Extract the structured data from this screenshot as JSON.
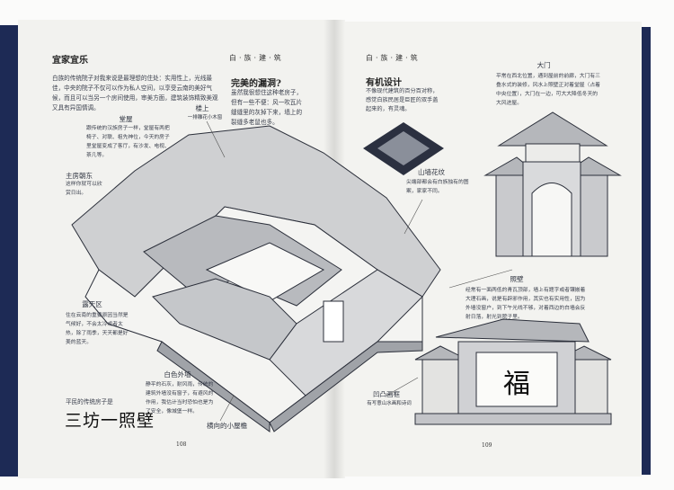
{
  "left_page": {
    "title": "宜家宜乐",
    "header": "白·族·建·筑",
    "intro": "白族的传统院子对我来说是最理想的住处：实用性上，光线最佳，中央的院子不仅可以作为私人空间，以享受云南的美好气候，而且可以当另一个房间使用，审美方面，建筑装饰精致美观又具有异国情调。",
    "flaw": {
      "title": "完美的漏洞?",
      "text": "虽然我很想住这种老房子，但有一些不便：风一吹瓦片缝缝里的灰掉下来，墙上的裂缝多老鼠也多。"
    },
    "upstairs": {
      "label": "楼上",
      "sub": "一排雕花小木窗"
    },
    "hall": {
      "label": "堂屋",
      "text": "跟传统的汉族房子一样，堂屋有两把椅子、对联、祖先神位，今天的房子里堂屋变成了客厅，有沙发、电视、茶几等。"
    },
    "main_room": {
      "label": "主房朝东",
      "text": "这样你就可以欣赏日出。"
    },
    "open_area": {
      "label": "露天区",
      "text": "住在云南的重要原因当然是气候好，不会太冷或者太热，除了雨季，天天都是好美的蓝天。"
    },
    "white_wall": {
      "label": "白色外墙",
      "text": "静平的石灰，耐风雨，传统的建筑外墙没有窗子，有避风的作用，我估计当时恐怕也是为了安全，像城堡一样。"
    },
    "caption_small": "平民的传统房子是",
    "caption_big": "三坊一照壁",
    "eave": "横向的小屋檐",
    "page_number": "108"
  },
  "right_page": {
    "header": "白·族·建·筑",
    "organic": {
      "title": "有机设计",
      "text": "不像现代建筑的百分百对称，感觉白族民居是巨匠的双手盖起来的，有灵魂。"
    },
    "gable": {
      "label": "山墙花纹",
      "text": "尖端部都会有白族独有的图案，家家不同。"
    },
    "gate": {
      "label": "大门",
      "text": "平常在西北位置，通到屋前的前廊，大门有三叠水式的装修，风水上照壁正对着堂屋（占着中央位置），大门在一边，可大大降低冬天的大风进屋。"
    },
    "screen_wall": {
      "label": "照壁",
      "text": "经常有一面两低的青瓦顶部，墙上有题字或者镶嵌着大理石画，说是有辟邪作用，其实也有实用性，因为外墙没窗户，到下午光线不够，对着西边的白墙会反射日落，射光到院子里。"
    },
    "frame": {
      "label": "凹凸画框",
      "sub": "有写意山水画和诗词"
    },
    "fu_character": "福",
    "page_number": "109"
  },
  "colors": {
    "spine": "#1d2a55",
    "ink": "#2b2f3a",
    "paper": "#f2f2ef"
  }
}
